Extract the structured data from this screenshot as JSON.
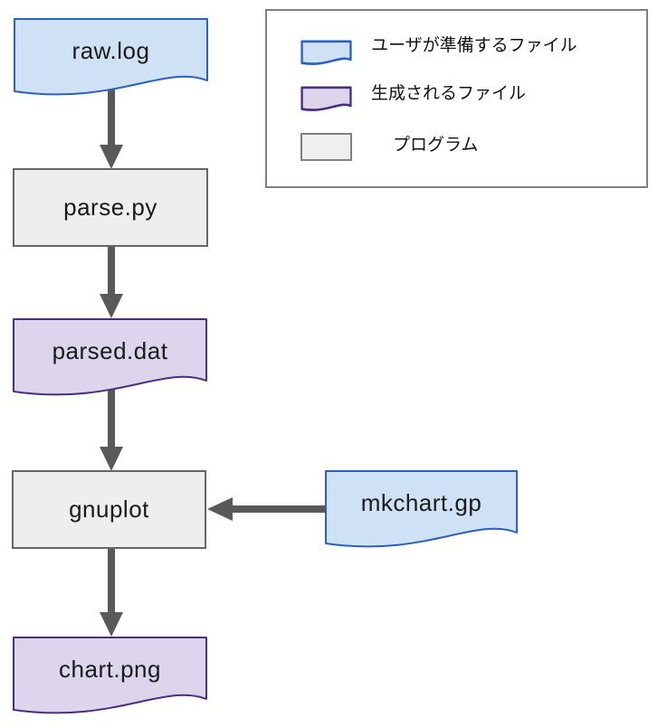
{
  "diagram": {
    "nodes": [
      {
        "id": "raw-log",
        "label": "raw.log",
        "shape": "document",
        "category": "user-file"
      },
      {
        "id": "parse-py",
        "label": "parse.py",
        "shape": "process",
        "category": "program"
      },
      {
        "id": "parsed-dat",
        "label": "parsed.dat",
        "shape": "document",
        "category": "generated-file"
      },
      {
        "id": "gnuplot",
        "label": "gnuplot",
        "shape": "process",
        "category": "program"
      },
      {
        "id": "mkchart-gp",
        "label": "mkchart.gp",
        "shape": "document",
        "category": "user-file"
      },
      {
        "id": "chart-png",
        "label": "chart.png",
        "shape": "document",
        "category": "generated-file"
      }
    ],
    "edges": [
      {
        "from": "raw.log",
        "to": "parse.py",
        "direction": "down"
      },
      {
        "from": "parse.py",
        "to": "parsed.dat",
        "direction": "down"
      },
      {
        "from": "parsed.dat",
        "to": "gnuplot",
        "direction": "down"
      },
      {
        "from": "gnuplot",
        "to": "chart.png",
        "direction": "down"
      },
      {
        "from": "mkchart.gp",
        "to": "gnuplot",
        "direction": "left"
      }
    ],
    "legend": {
      "items": [
        {
          "swatch": "user-file",
          "label": "ユーザが準備するファイル"
        },
        {
          "swatch": "generated-file",
          "label": "生成されるファイル"
        },
        {
          "swatch": "program",
          "label": "プログラム"
        }
      ]
    },
    "colors": {
      "user_file_fill": "#cfe2f5",
      "user_file_stroke": "#2b5fc7",
      "generated_file_fill": "#dcd5ec",
      "generated_file_stroke": "#4a2e83",
      "program_fill": "#eeeeee",
      "program_stroke": "#666666",
      "arrow": "#595959",
      "legend_border": "#808080",
      "background": "#ffffff"
    }
  }
}
